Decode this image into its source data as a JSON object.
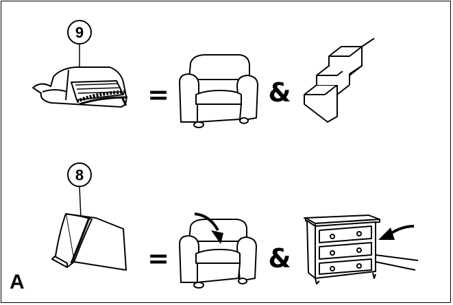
{
  "panel_label": "A",
  "rows": [
    {
      "callout_number": "9",
      "tool_icon": "upholstery-tool-icon",
      "equals": "=",
      "ampersand": "&",
      "targets": [
        "armchair-icon",
        "staircase-icon"
      ]
    },
    {
      "callout_number": "8",
      "tool_icon": "crevice-tool-icon",
      "equals": "=",
      "ampersand": "&",
      "targets": [
        "armchair-gap-icon",
        "dresser-gap-icon"
      ]
    }
  ],
  "colors": {
    "line": "#000000",
    "background": "#ffffff"
  }
}
